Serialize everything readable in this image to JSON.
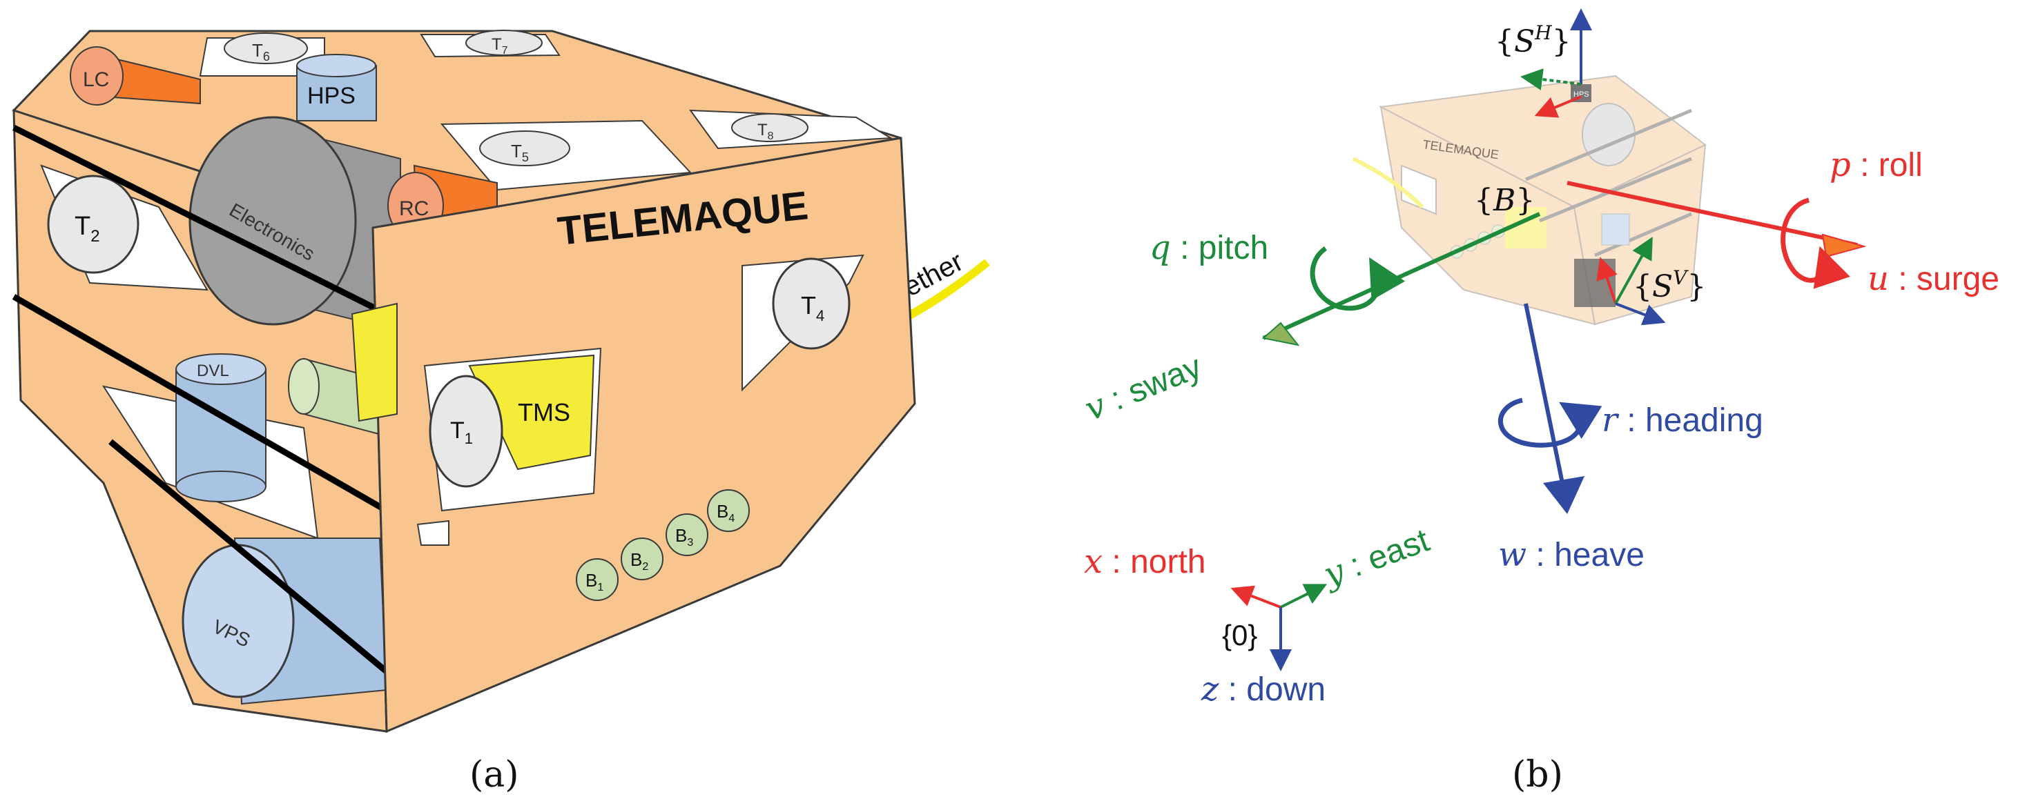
{
  "panel_a": {
    "caption": "(a)",
    "vehicle_name": "TELEMAQUE",
    "tether_label": "Tether",
    "components": {
      "lc": "LC",
      "rc": "RC",
      "hps": "HPS",
      "electronics": "Electronics",
      "dvl": "DVL",
      "vps": "VPS",
      "tms": "TMS"
    },
    "thrusters": {
      "t1": "T",
      "t1_sub": "1",
      "t2": "T",
      "t2_sub": "2",
      "t4": "T",
      "t4_sub": "4",
      "t5": "T",
      "t5_sub": "5",
      "t6": "T",
      "t6_sub": "6",
      "t7": "T",
      "t7_sub": "7",
      "t8": "T",
      "t8_sub": "8"
    },
    "batteries": {
      "b1": "B",
      "b1_sub": "1",
      "b2": "B",
      "b2_sub": "2",
      "b3": "B",
      "b3_sub": "3",
      "b4": "B",
      "b4_sub": "4"
    }
  },
  "panel_b": {
    "caption": "(b)",
    "vehicle_watermark": "TELEMAQUE",
    "hps_small": "HPS",
    "frames": {
      "sh_open": "{",
      "sh_S": "S",
      "sh_sup": "H",
      "sh_close": "}",
      "b_open": "{",
      "b_B": "B",
      "b_close": "}",
      "sv_open": "{",
      "sv_S": "S",
      "sv_sup": "V",
      "sv_close": "}",
      "origin": "{0}"
    },
    "body_axes": {
      "roll_var": "p",
      "roll_text": " : roll",
      "surge_var": "u",
      "surge_text": " : surge",
      "pitch_var": "q",
      "pitch_text": " : pitch",
      "sway_var": "v",
      "sway_text": " : sway",
      "heading_var": "r",
      "heading_text": " : heading",
      "heave_var": "w",
      "heave_text": " : heave"
    },
    "world_axes": {
      "north_var": "x",
      "north_text": " : north",
      "east_var": "y",
      "east_text": " : east",
      "down_var": "z",
      "down_text": " : down"
    }
  },
  "colors": {
    "hull": "#f8c58f",
    "hull_stroke": "#3a3a3a",
    "red_axis": "#e8312e",
    "green_axis": "#1e8a3c",
    "blue_axis": "#2f4aa0",
    "tether": "#f2e800",
    "cylinder_blue": "#a9c3e3",
    "battery_green": "#c9deb0",
    "accent_orange": "#f47a2a"
  },
  "icons": [
    "rov-drawing-icon",
    "rotation-arrow-icon",
    "axis-arrow-icon"
  ]
}
